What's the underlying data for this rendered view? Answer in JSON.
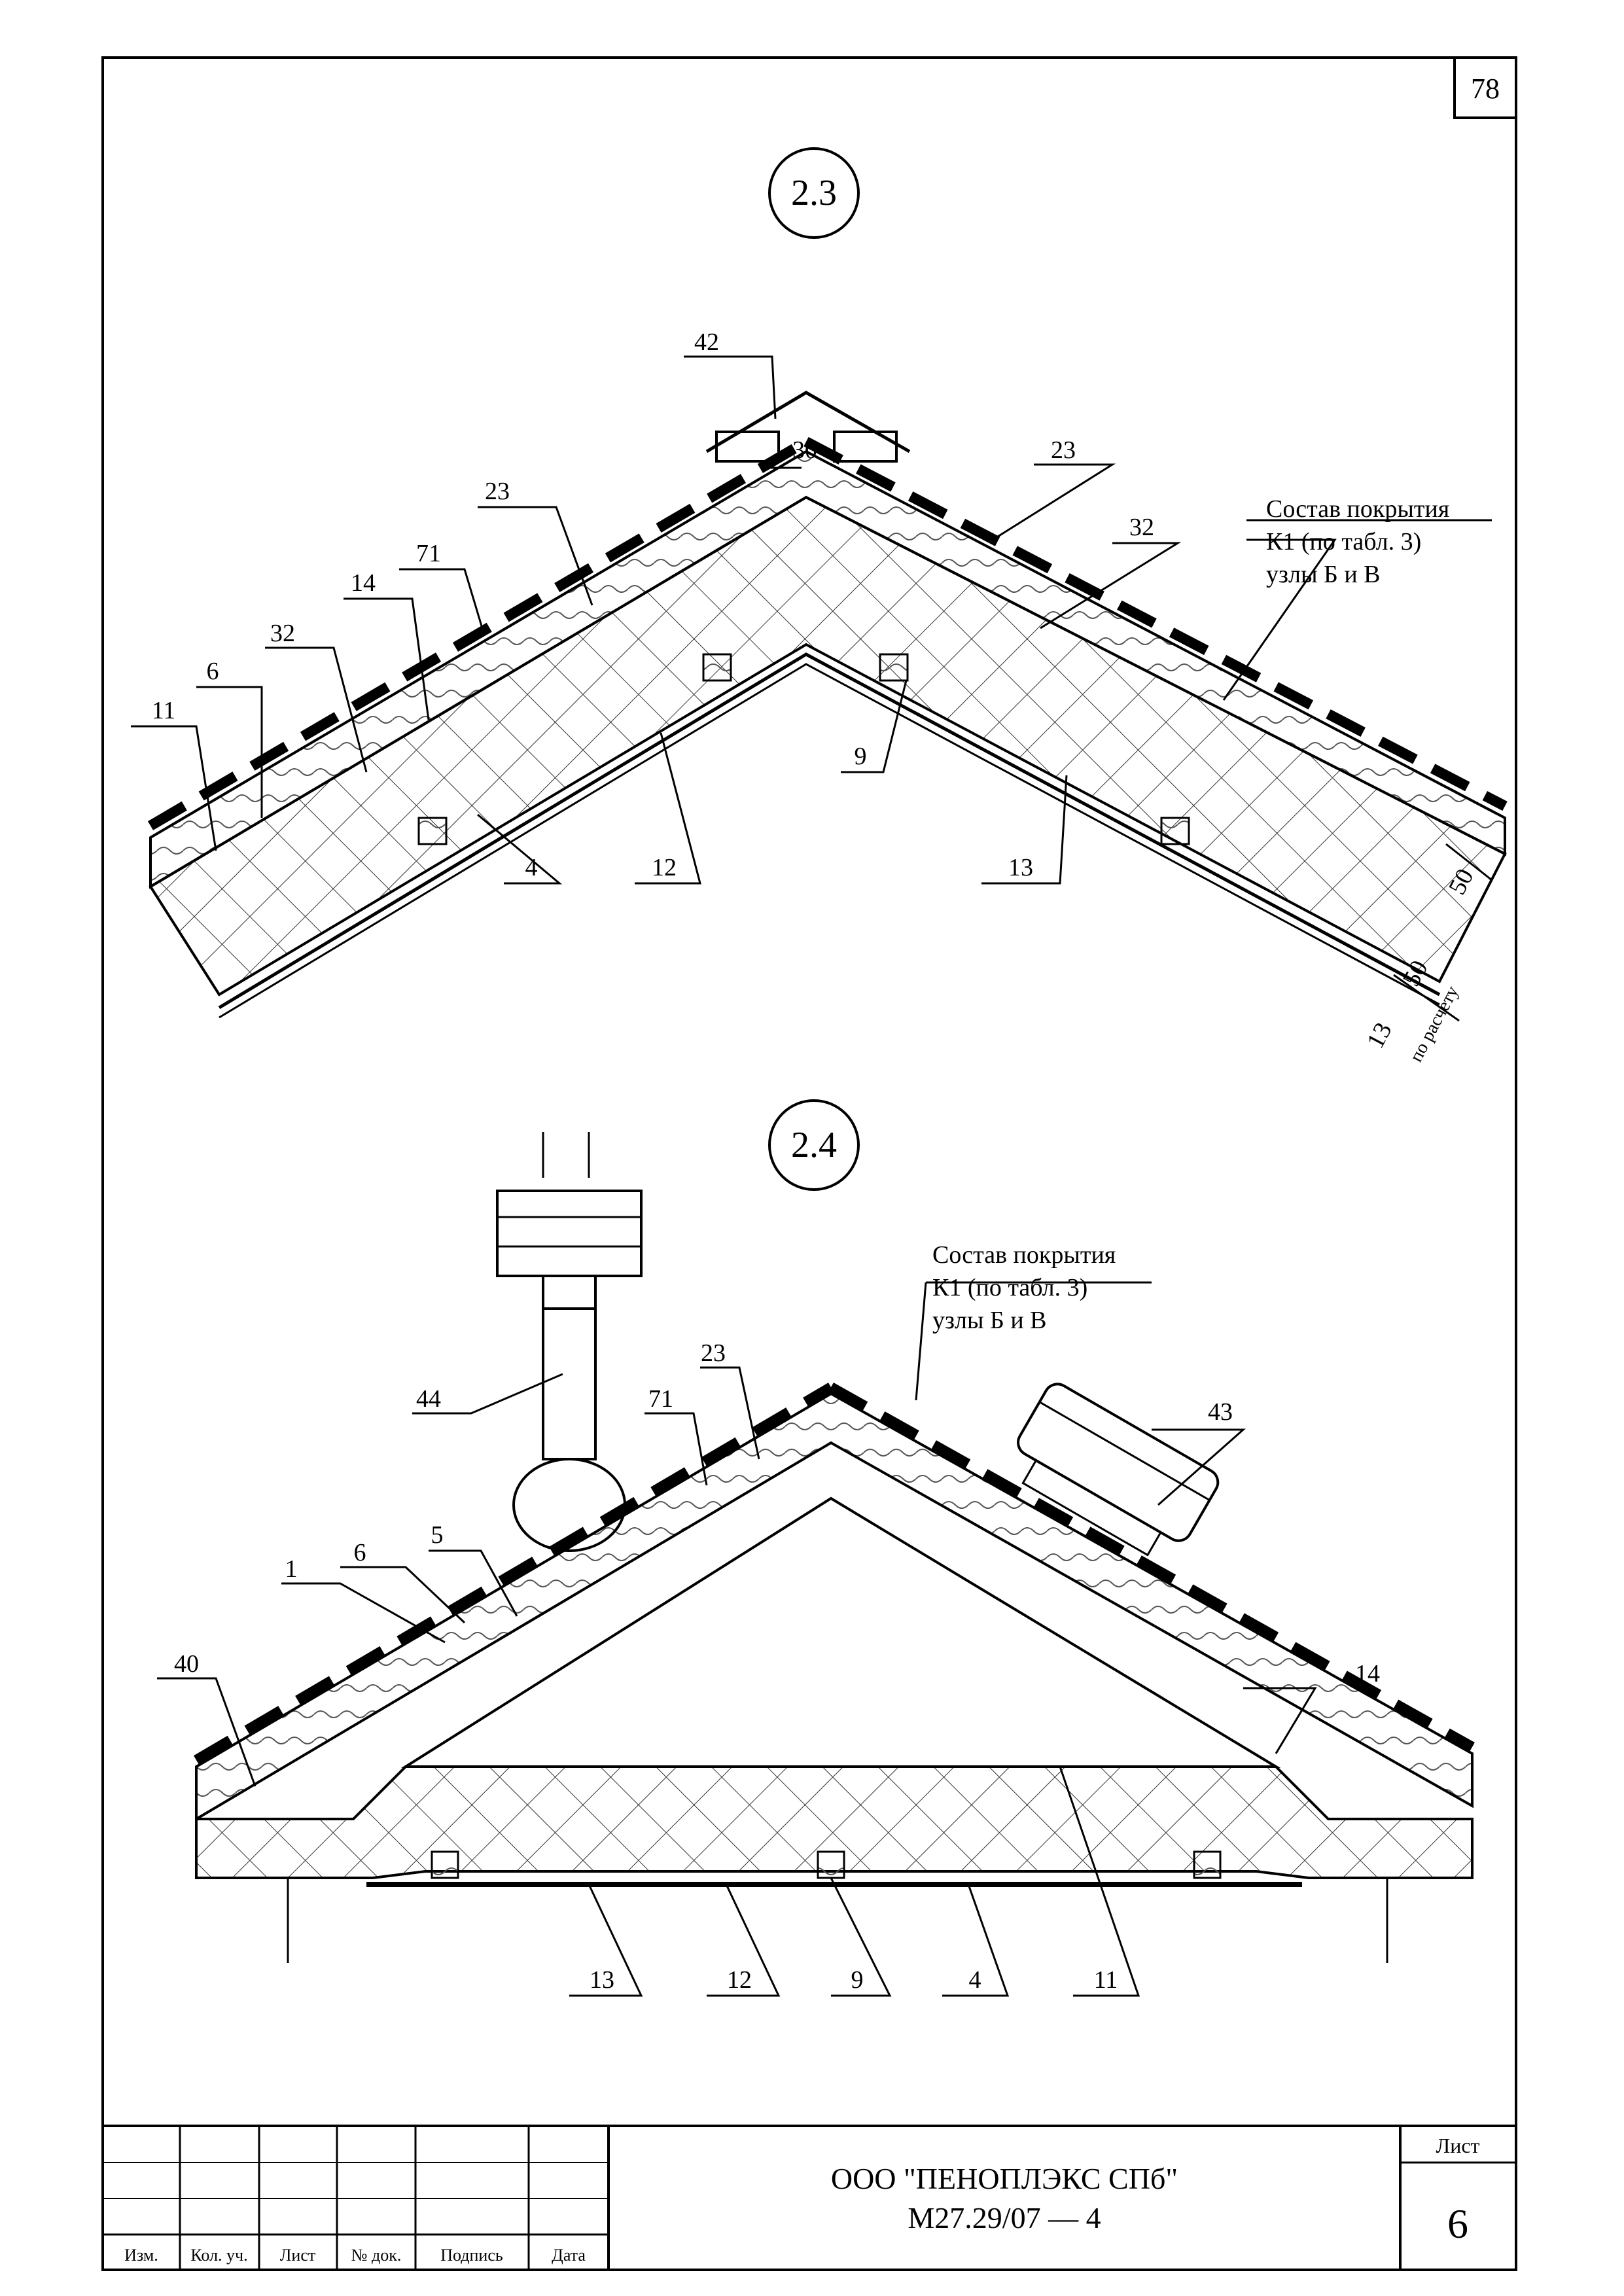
{
  "sheet_corner_number": "78",
  "detail_a": {
    "label": "2.3",
    "composition_lines": [
      "Состав покрытия",
      "К1 (по табл. 3)",
      "узлы Б и В"
    ],
    "callouts": [
      "42",
      "30",
      "23",
      "23",
      "32",
      "32",
      "71",
      "14",
      "6",
      "11",
      "9",
      "4",
      "12",
      "13"
    ],
    "dim_50_top": "50",
    "dim_50_bottom": "50",
    "dim_13": "13",
    "dim_calc": "по расчету"
  },
  "detail_b": {
    "label": "2.4",
    "composition_lines": [
      "Состав покрытия",
      "К1 (по табл. 3)",
      "узлы Б и В"
    ],
    "callouts": [
      "44",
      "23",
      "71",
      "43",
      "6",
      "5",
      "1",
      "40",
      "14",
      "13",
      "12",
      "9",
      "4",
      "11"
    ]
  },
  "title_block": {
    "col_labels": [
      "Изм.",
      "Кол. уч.",
      "Лист",
      "№ док.",
      "Подпись",
      "Дата"
    ],
    "company": "ООО \"ПЕНОПЛЭКС СПб\"",
    "doc_code": "М27.29/07 — 4",
    "sheet_label": "Лист",
    "sheet_number": "6"
  }
}
